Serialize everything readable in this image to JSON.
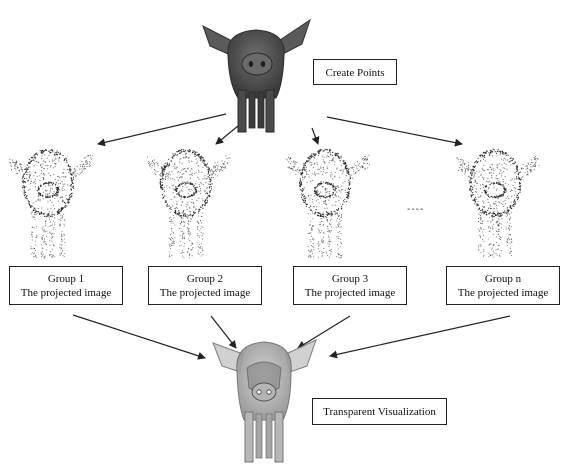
{
  "top": {
    "label": "Create Points"
  },
  "groups": [
    {
      "line1": "Group  1",
      "line2": "The projected image"
    },
    {
      "line1": "Group  2",
      "line2": "The projected image"
    },
    {
      "line1": "Group  3",
      "line2": "The projected image"
    },
    {
      "line1": "Group  n",
      "line2": "The projected image"
    }
  ],
  "ellipsis": "----",
  "bottom": {
    "label": "Transparent Visualization"
  },
  "colors": {
    "solid_pig": "#4d4d4d",
    "point_cloud": "#1a1a1a",
    "transparent_pig": "#9c9c9c",
    "arrows": "#222222"
  }
}
